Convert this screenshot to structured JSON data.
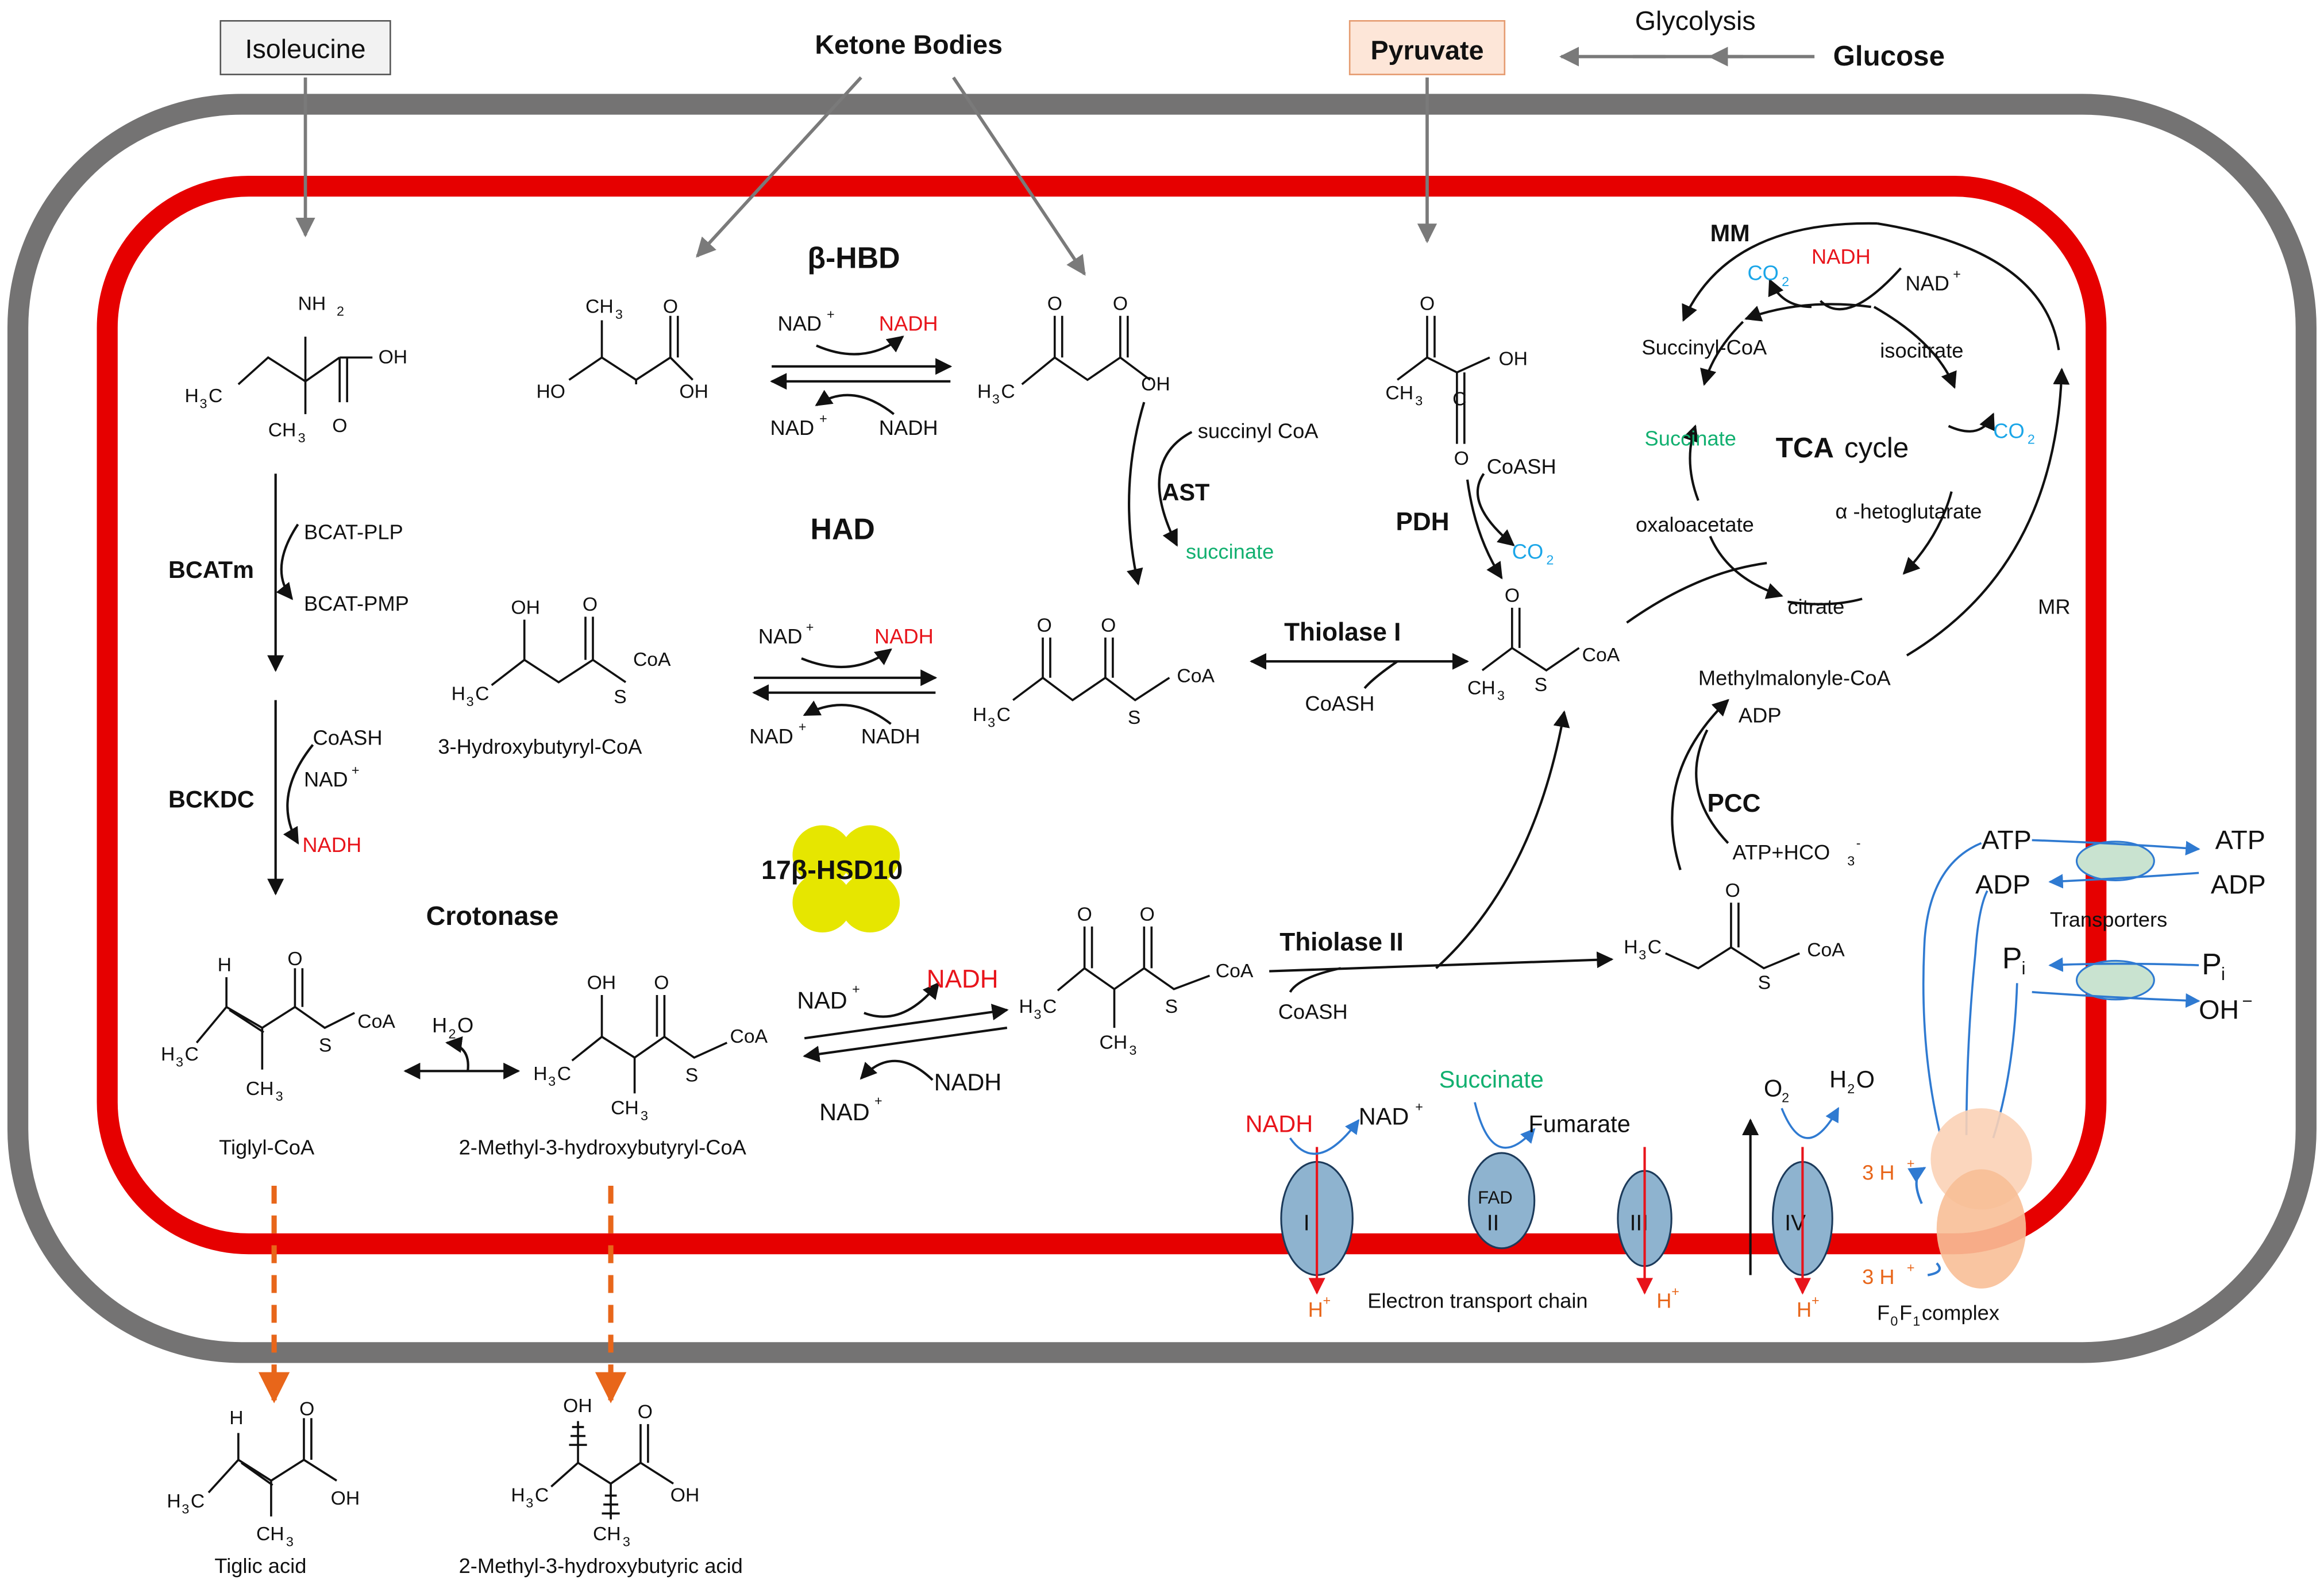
{
  "colors": {
    "outer_membrane": "#747373",
    "inner_membrane": "#e60000",
    "nadh": "#e8141b",
    "succinate": "#12b070",
    "co2": "#1ba6e8",
    "proton": "#e8661a",
    "complex": "#8eb3cf",
    "atp_synthase": "#f8bf97",
    "hsd10": "#e6e600",
    "transporter": "#c9e3d0"
  },
  "sources": {
    "isoleucine": "Isoleucine",
    "ketone_bodies": "Ketone Bodies",
    "pyruvate": "Pyruvate",
    "glycolysis": "Glycolysis",
    "glucose": "Glucose"
  },
  "enzymes": {
    "bhbd": "β-HBD",
    "had": "HAD",
    "ast": "AST",
    "pdh": "PDH",
    "bcatm": "BCATm",
    "bckdc": "BCKDC",
    "crotonase": "Crotonase",
    "hsd10": "17β-HSD10",
    "thiolase1": "Thiolase I",
    "thiolase2": "Thiolase II",
    "pcc": "PCC",
    "mm": "MM",
    "mr": "MR"
  },
  "metabolites": {
    "hydroxybutyryl_coa": "3-Hydroxybutyryl-CoA",
    "tiglyl_coa": "Tiglyl-CoA",
    "methyl_hydroxybutyryl_coa": "2-Methyl-3-hydroxybutyryl-CoA",
    "tiglic_acid": "Tiglic acid",
    "methyl_hydroxybutyric_acid": "2-Methyl-3-hydroxybutyric acid",
    "methylmalonyl_coa": "Methylmalonyle-CoA"
  },
  "cofactors": {
    "nad": "NAD",
    "nadh": "NADH",
    "plus": "+",
    "coa": "CoA",
    "coash": "CoASH",
    "succinyl_coa_lc": "succinyl CoA",
    "succinate_lc": "succinate",
    "bcat_plp": "BCAT-PLP",
    "bcat_pmp": "BCAT-PMP",
    "h2o": "H",
    "h2o_2": "2",
    "h2o_o": "O",
    "co2": "CO",
    "co2_2": "2",
    "adp": "ADP",
    "atp_hco3": "ATP+HCO",
    "hco3_sub": "3",
    "hco3_sup": "-"
  },
  "tca": {
    "title_bold": "TCA",
    "title_rest": "cycle",
    "succinyl_coa": "Succinyl-CoA",
    "isocitrate": "isocitrate",
    "succinate": "Succinate",
    "alpha_kg": "α -hetoglutarate",
    "oxaloacetate": "oxaloacetate",
    "citrate": "citrate"
  },
  "etc": {
    "nadh": "NADH",
    "nad": "NAD",
    "succinate": "Succinate",
    "fumarate": "Fumarate",
    "o2": "O",
    "o2_sub": "2",
    "h2o": "H",
    "h2o_sub": "2",
    "h2o_o": "O",
    "complex_1": "I",
    "complex_2": "II",
    "complex_3": "III",
    "complex_4": "IV",
    "fad": "FAD",
    "h_plus": "H",
    "h_sup": "+",
    "chain_label": "Electron transport chain",
    "three_h": "3 H",
    "f0f1_f": "F",
    "f0f1_0": "0",
    "f0f1_F": "F",
    "f0f1_1": "1",
    "f0f1_rest": " complex"
  },
  "transport": {
    "atp_in": "ATP",
    "adp_in": "ADP",
    "atp_out": "ATP",
    "adp_out": "ADP",
    "transporters": "Transporters",
    "pi_in": "P",
    "pi_sub": "i",
    "pi_out": "P",
    "oh": "OH",
    "oh_sup": "−"
  },
  "atoms": {
    "nh2": "NH",
    "nh2_sub": "2",
    "oh": "OH",
    "ho": "HO",
    "o": "O",
    "h3c": "H",
    "h3c_sub": "3",
    "h3c_c": "C",
    "ch3": "CH",
    "ch3_sub": "3",
    "s": "S",
    "h": "H",
    "c": "C"
  }
}
